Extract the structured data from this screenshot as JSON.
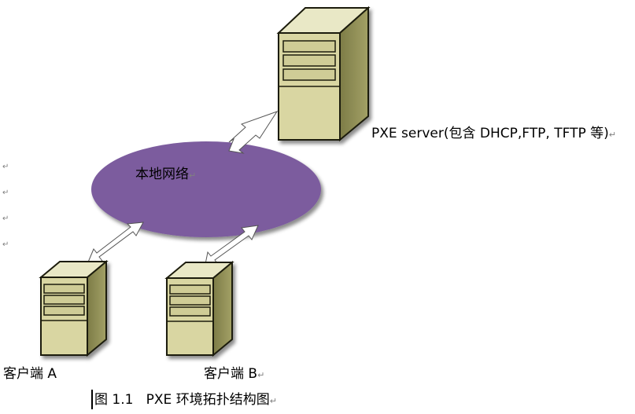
{
  "network_label": "本地网络",
  "server": {
    "label": "PXE server(包含 DHCP,FTP, TFTP 等)"
  },
  "client_a": {
    "label": "客户端 A"
  },
  "client_b": {
    "label": "客户端 B"
  },
  "caption": "图 1.1   PXE 环境拓扑结构图",
  "paragraph_mark": "↵",
  "colors": {
    "network_fill": "#7b5c9e",
    "server_front": "#d9d6a2",
    "server_side": "#8a8a52",
    "server_top": "#ecebc9",
    "outline": "#1e1e0c"
  }
}
